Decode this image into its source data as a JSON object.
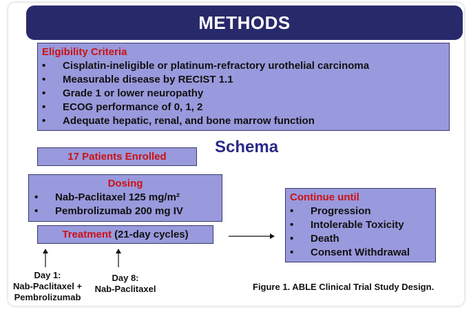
{
  "title": "METHODS",
  "eligibility": {
    "heading": "Eligibility Criteria",
    "bullet": "•",
    "items": [
      "Cisplatin-ineligible or platinum-refractory urothelial carcinoma",
      "Measurable disease by RECIST 1.1",
      "Grade 1 or lower neuropathy",
      "ECOG performance of 0, 1, 2",
      "Adequate hepatic, renal, and bone marrow function"
    ]
  },
  "enrolled": "17 Patients Enrolled",
  "schema": "Schema",
  "dosing": {
    "heading": "Dosing",
    "items": [
      "Nab-Paclitaxel 125 mg/m²",
      "Pembrolizumab 200 mg IV"
    ]
  },
  "treatment": {
    "label": "Treatment",
    "detail": "(21-day cycles)"
  },
  "continue": {
    "heading": "Continue until",
    "items": [
      "Progression",
      "Intolerable Toxicity",
      "Death",
      "Consent Withdrawal"
    ]
  },
  "day1": {
    "line1": "Day 1:",
    "line2": "Nab-Paclitaxel +",
    "line3": "Pembrolizumab"
  },
  "day8": {
    "line1": "Day 8:",
    "line2": "Nab-Paclitaxel"
  },
  "caption": "Figure 1. ABLE Clinical Trial Study Design.",
  "colors": {
    "title_bg": "#28296b",
    "box_fill": "#9999dd",
    "heading_red": "#cc1111",
    "schema_blue": "#2a2a88"
  }
}
